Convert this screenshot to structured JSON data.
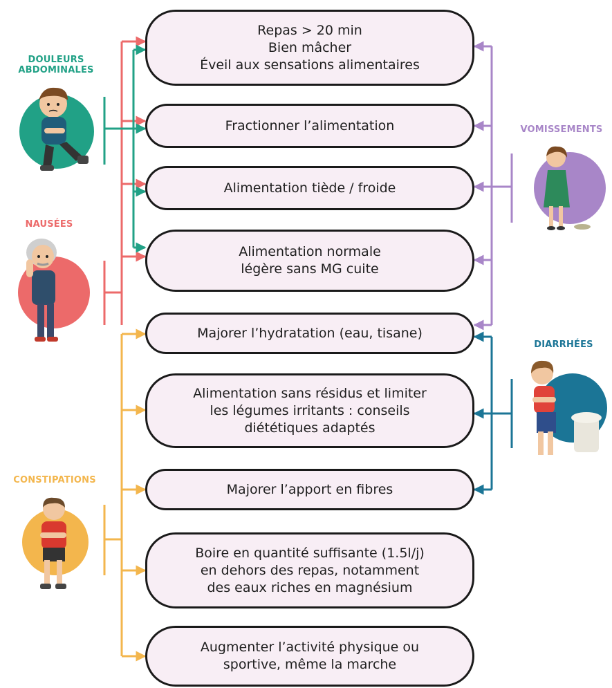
{
  "categories": {
    "douleurs": {
      "label": "DOULEURS\nABDOMINALES",
      "color": "#21a186"
    },
    "nausees": {
      "label": "NAUSÉES",
      "color": "#ec6a6a"
    },
    "vomissements": {
      "label": "VOMISSEMENTS",
      "color": "#a886c8"
    },
    "diarrhees": {
      "label": "DIARRHÉES",
      "color": "#1b7596"
    },
    "constipations": {
      "label": "CONSTIPATIONS",
      "color": "#f3b64d"
    }
  },
  "recommendations": [
    {
      "text": "Repas > 20 min\nBien mâcher\nÉveil aux sensations alimentaires"
    },
    {
      "text": "Fractionner l’alimentation"
    },
    {
      "text": "Alimentation tiède / froide"
    },
    {
      "text": "Alimentation normale\nlégère sans MG cuite"
    },
    {
      "text": "Majorer l’hydratation (eau, tisane)"
    },
    {
      "text": "Alimentation sans résidus et limiter\nles légumes irritants : conseils\ndiététiques adaptés"
    },
    {
      "text": "Majorer l’apport en fibres"
    },
    {
      "text": "Boire en quantité suffisante (1.5l/j)\nen dehors des repas, notamment\ndes eaux riches en magnésium"
    },
    {
      "text": "Augmenter l’activité physique ou\nsportive, même la marche"
    }
  ],
  "colors": {
    "box_fill": "#f8eef5",
    "box_border": "#1a1a1a"
  }
}
